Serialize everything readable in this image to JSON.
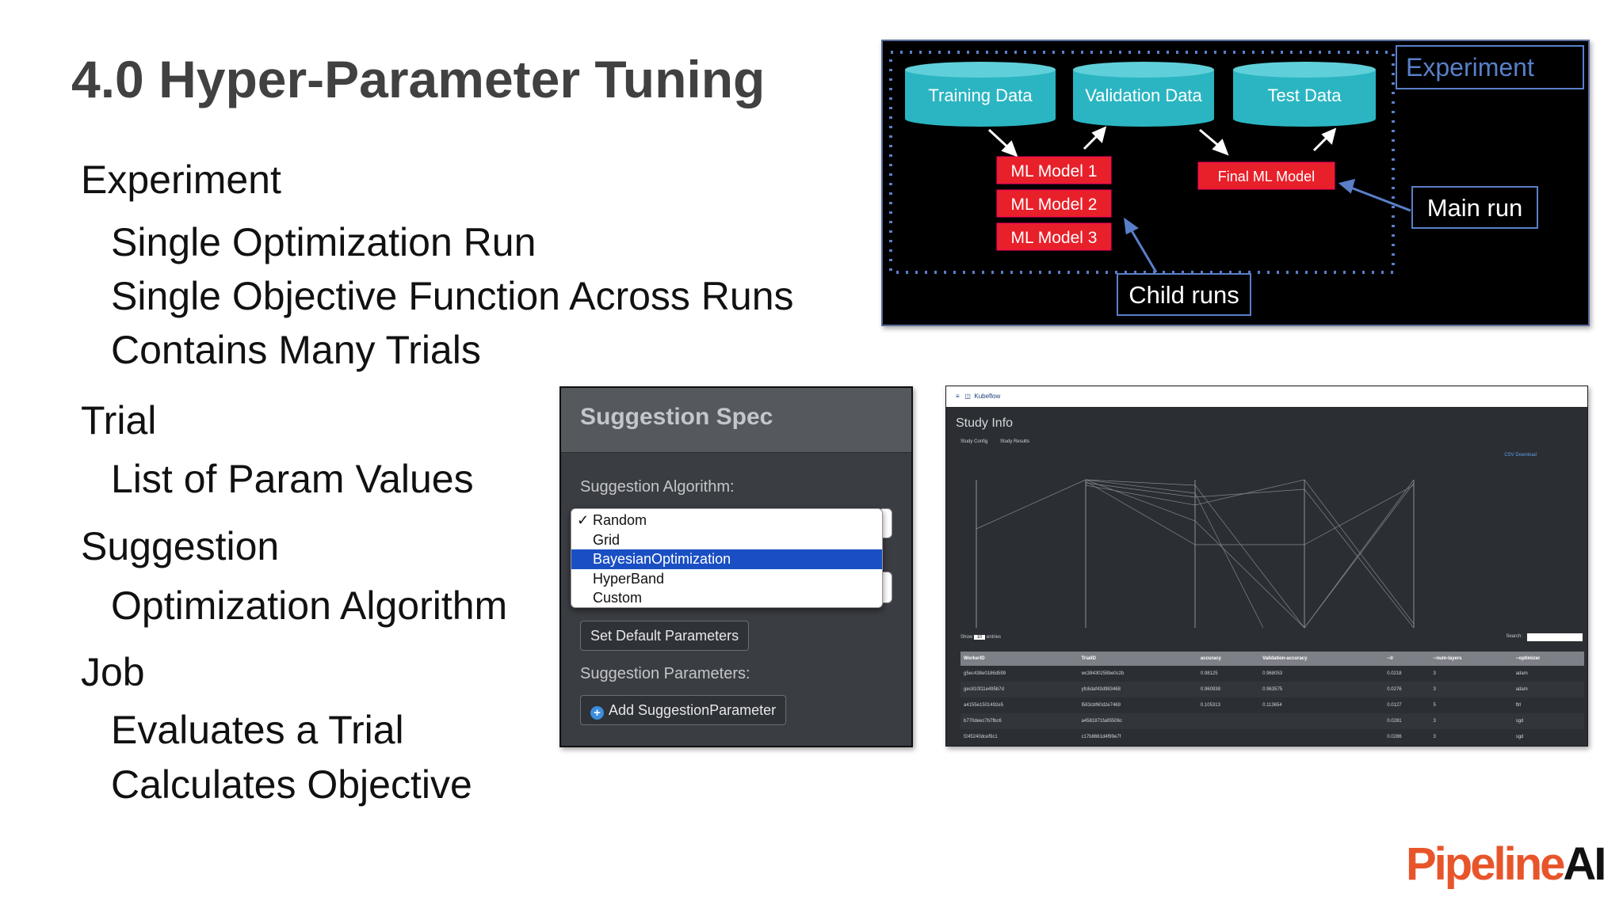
{
  "slide": {
    "title": "4.0 Hyper-Parameter Tuning",
    "bullets": [
      {
        "text": "Experiment",
        "level": 1
      },
      {
        "text": "Single Optimization Run",
        "level": 2
      },
      {
        "text": "Single Objective Function Across Runs",
        "level": 2
      },
      {
        "text": "Contains Many Trials",
        "level": 2
      },
      {
        "text": "Trial",
        "level": 1
      },
      {
        "text": "List of Param Values",
        "level": 2
      },
      {
        "text": "Suggestion",
        "level": 1
      },
      {
        "text": "Optimization Algorithm",
        "level": 2
      },
      {
        "text": "Job",
        "level": 1
      },
      {
        "text": "Evaluates a Trial",
        "level": 2
      },
      {
        "text": "Calculates Objective",
        "level": 2
      }
    ]
  },
  "diagram": {
    "experiment_label": "Experiment",
    "datasets": [
      "Training Data",
      "Validation Data",
      "Test Data"
    ],
    "models": [
      "ML Model 1",
      "ML Model 2",
      "ML Model 3"
    ],
    "final_model": "Final ML Model",
    "main_run": "Main run",
    "child_runs": "Child runs",
    "colors": {
      "cylinder": "#2bb5c2",
      "model": "#e8202a",
      "line": "#5a7fc9"
    }
  },
  "suggestion_spec": {
    "title": "Suggestion Spec",
    "algorithm_label": "Suggestion Algorithm:",
    "options": [
      "Random",
      "Grid",
      "BayesianOptimization",
      "HyperBand",
      "Custom"
    ],
    "checked_option": "Random",
    "highlighted_option": "BayesianOptimization",
    "checkmark": "✓",
    "default_button": "Set Default Parameters",
    "params_label": "Suggestion Parameters:",
    "add_button": "Add SuggestionParameter"
  },
  "study": {
    "app": "Kubeflow",
    "title": "Study Info",
    "tabs": [
      "Study Config",
      "Study Results"
    ],
    "csv": "CSV Download",
    "show_label": "Show",
    "entries_label": "entries",
    "show_value": "10",
    "search_label": "Search:",
    "columns": [
      "WorkerID",
      "TrialID",
      "accuracy",
      "Validation-accuracy",
      "--lr",
      "--num-layers",
      "--optimizer"
    ],
    "rows": [
      [
        "g5ec438e0186d599",
        "wc38430258be0c2b",
        "0.98125",
        "0.968053",
        "0.0218",
        "3",
        "adam"
      ],
      [
        "gec810f11e495b7d",
        "yfc6daf43d983468",
        "0.960938",
        "0.963575",
        "0.0276",
        "3",
        "adam"
      ],
      [
        "a4155e1501492e5",
        "l583cbf60d2e7469",
        "0.105313",
        "0.113654",
        "0.0127",
        "5",
        "ftrl"
      ],
      [
        "b770deec7b7fbc6",
        "a4581871fa85506c",
        "",
        "",
        "0.0281",
        "3",
        "sgd"
      ],
      [
        "f245240dcef9c1",
        "c17b8661d4f99e7f",
        "",
        "",
        "0.0286",
        "3",
        "sgd"
      ]
    ]
  },
  "logo": {
    "part1": "Pipeline",
    "part2": "AI"
  }
}
